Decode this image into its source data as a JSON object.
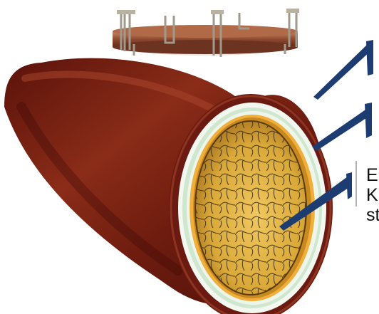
{
  "labels": {
    "lines": [
      "E",
      "K",
      "st"
    ]
  },
  "colors": {
    "outer_jacket": "#6a1a10",
    "outer_jacket_highlight": "#9c3a24",
    "insulation_white": "#f2f7f0",
    "insulation_mint": "#cfe6cf",
    "gold_layer": "#f0ae3a",
    "core_fill": "#d8a83a",
    "core_mesh": "#3e2e10",
    "pointer": "#1d3c72",
    "coil_copper": "#8f4a30",
    "coil_frame": "#b9b2a0"
  },
  "icons": [
    "wire-coil-icon",
    "cable-cross-section-icon"
  ]
}
